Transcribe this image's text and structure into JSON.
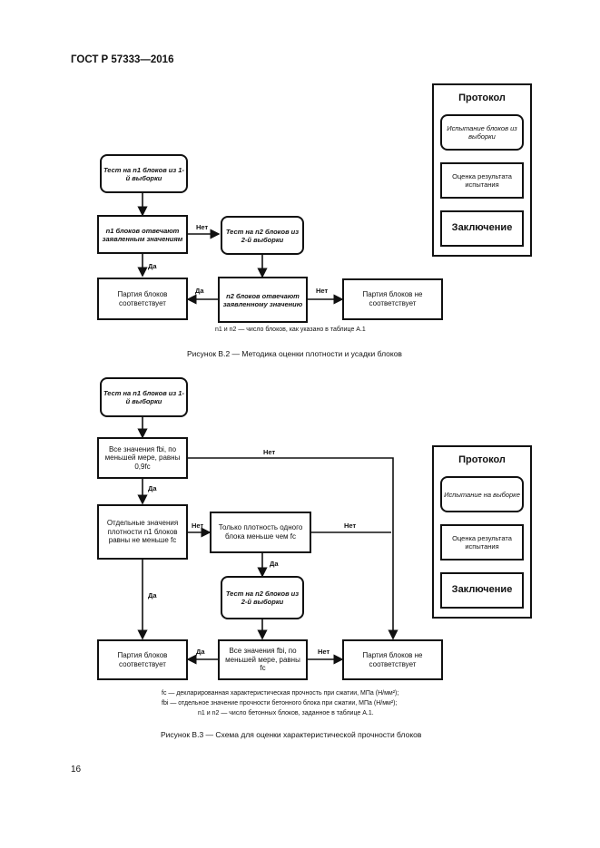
{
  "header": {
    "doc_id": "ГОСТ Р 57333—2016"
  },
  "fig2": {
    "test1": "Тест на n1 блоков из 1-й выборки",
    "dec1": "n1 блоков отвечают заявленным значениям",
    "test2": "Тест на n2 блоков из 2-й выборки",
    "dec2": "n2 блоков отвечают заявленному значению",
    "conform": "Партия блоков соответствует",
    "nonconform": "Партия блоков не соответствует",
    "yes1": "Да",
    "no1": "Нет",
    "yes2": "Да",
    "no2": "Нет",
    "note": "n1 и n2 — число блоков, как указано в таблице А.1",
    "caption": "Рисунок В.2 — Методика оценки плотности и усадки блоков",
    "protocol": {
      "title": "Протокол",
      "item1": "Испытание блоков из выборки",
      "item2": "Оценка результата испытания",
      "item3": "Заключение"
    }
  },
  "fig3": {
    "test1": "Тест на n1 блоков из 1-й выборки",
    "dec1": "Все значения fbi, по меньшей мере, равны 0,9fc",
    "dec2": "Отдельные значения плотности n1 блоков равны не меньше fc",
    "dec3": "Только плотность одного блока меньше чем fc",
    "test2": "Тест на n2 блоков из 2-й выборки",
    "dec4": "Все значения fbi, по меньшей мере, равны fc",
    "conform": "Партия блоков соответствует",
    "nonconform": "Партия блоков не соответствует",
    "no_top": "Нет",
    "yes_a": "Да",
    "no_mid": "Нет",
    "no_mid2": "Нет",
    "yes_b": "Да",
    "yes_c": "Да",
    "yes_d": "Да",
    "no_bot": "Нет",
    "notes": [
      "fc — декларированная характеристическая прочность при сжатии, МПа (Н/мм²);",
      "fbi — отдельное значение прочности бетонного блока при сжатии, МПа (Н/мм²);",
      "n1 и n2 — число бетонных блоков, заданное в таблице А.1."
    ],
    "caption": "Рисунок В.3 — Схема для оценки характеристической прочности блоков",
    "protocol": {
      "title": "Протокол",
      "item1": "Испытание на выборке",
      "item2": "Оценка результата испытания",
      "item3": "Заключение"
    }
  },
  "page_number": "16"
}
